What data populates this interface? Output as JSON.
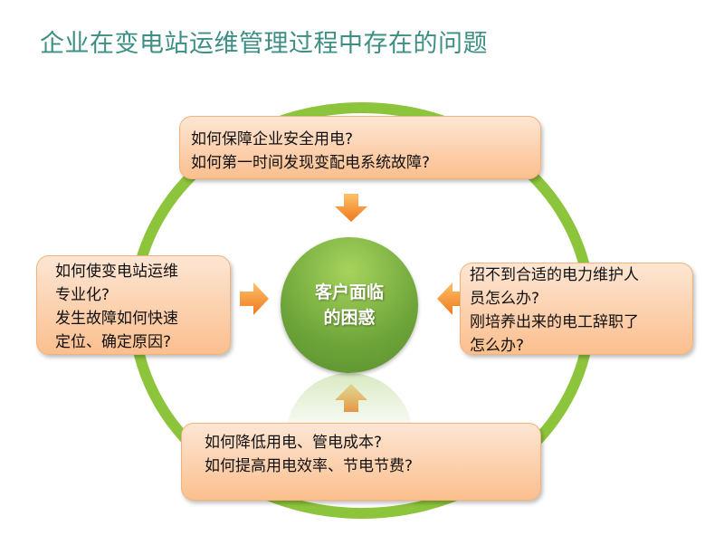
{
  "title": "企业在变电站运维管理过程中存在的问题",
  "center": {
    "line1": "客户面临",
    "line2": "的困惑"
  },
  "boxes": {
    "top": [
      "如何保障企业安全用电?",
      "如何第一时间发现变配电系统故障?"
    ],
    "left": [
      "如何使变电站运维",
      "专业化?",
      "发生故障如何快速",
      "定位、确定原因?"
    ],
    "right": [
      "招不到合适的电力维护人",
      "员怎么办?",
      "刚培养出来的电工辞职了",
      "怎么办?"
    ],
    "bottom": [
      "如何降低用电、管电成本?",
      "如何提高用电效率、节电节费?"
    ]
  },
  "colors": {
    "ring": "#8cc43c",
    "arrow": "#f7902a",
    "title": "#3d8f84",
    "box": "#fbc79a"
  }
}
